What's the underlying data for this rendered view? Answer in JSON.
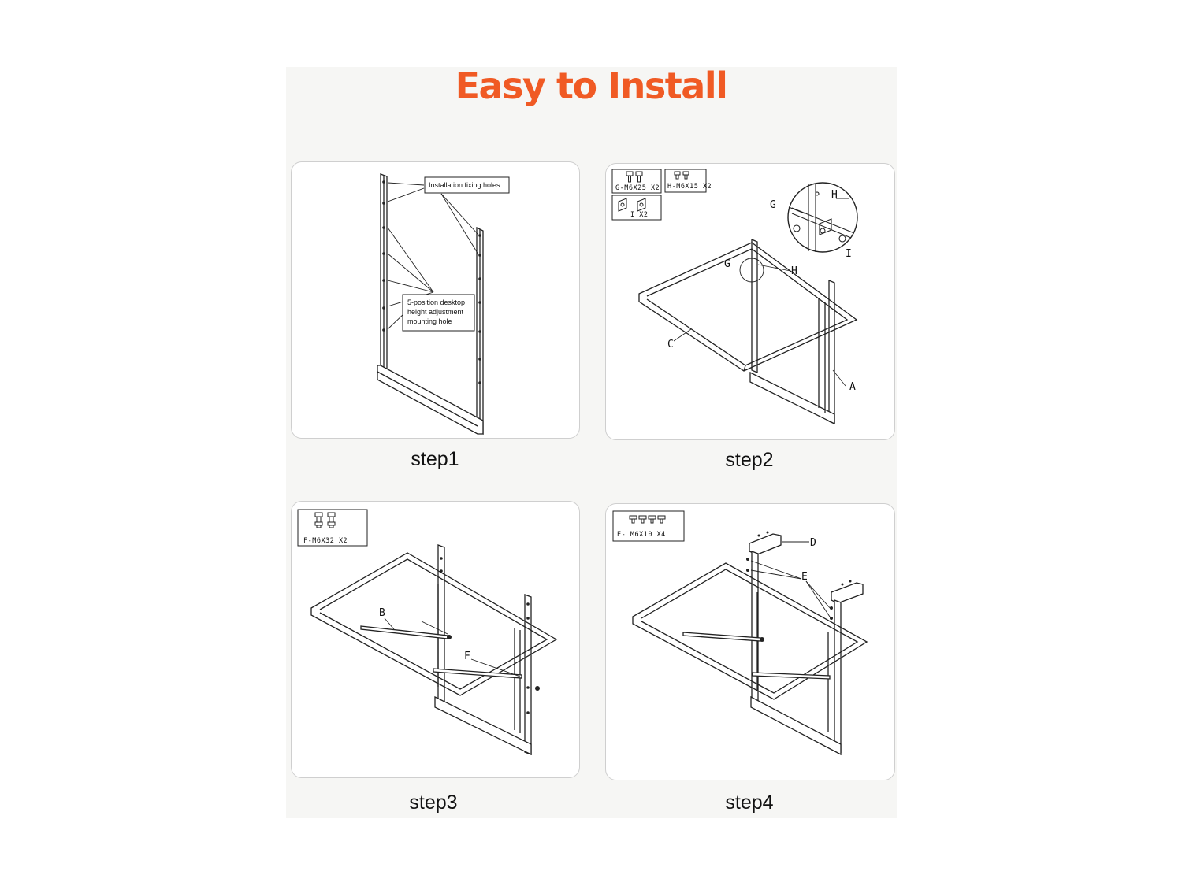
{
  "title": "Easy to Install",
  "steps": [
    {
      "label": "step1"
    },
    {
      "label": "step2"
    },
    {
      "label": "step3"
    },
    {
      "label": "step4"
    }
  ],
  "step1": {
    "callout_holes": "Installation fixing holes",
    "callout_height": [
      "5-position desktop",
      "height adjustment",
      "mounting hole"
    ]
  },
  "step2": {
    "parts": [
      "G-M6X25 X2",
      "H-M6X15 X2",
      "I X2"
    ],
    "letters": {
      "g": "G",
      "h": "H",
      "i": "I",
      "c": "C",
      "a": "A"
    }
  },
  "step3": {
    "parts": [
      "F-M6X32 X2"
    ],
    "letters": {
      "b": "B",
      "f": "F"
    }
  },
  "step4": {
    "parts": [
      "E- M6X10 X4"
    ],
    "letters": {
      "d": "D",
      "e": "E"
    }
  },
  "colors": {
    "title": "#f05a24",
    "sheet": "#f6f6f4"
  }
}
